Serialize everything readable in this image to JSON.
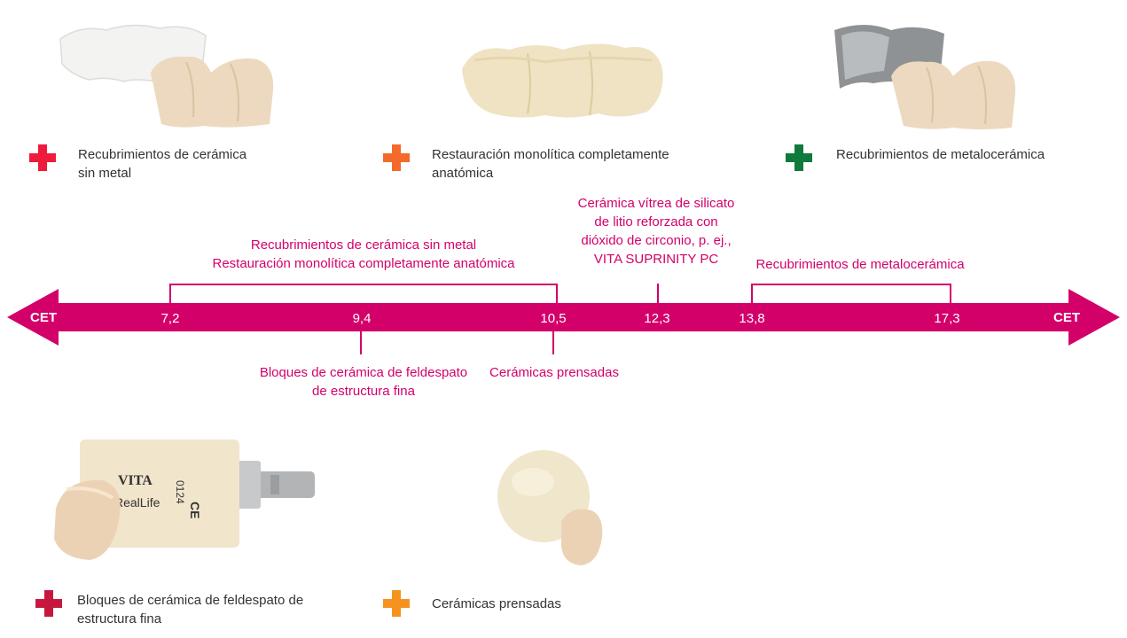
{
  "legend": {
    "top": [
      {
        "label": "Recubrimientos de cerámica\nsin metal",
        "color": "#ee1c3c",
        "icon": "plus-icon"
      },
      {
        "label": "Restauración monolítica completamente\nanatómica",
        "color": "#f36a2b",
        "icon": "plus-icon"
      },
      {
        "label": "Recubrimientos de metalocerámica",
        "color": "#0f7a3c",
        "icon": "plus-icon"
      }
    ],
    "bottom": [
      {
        "label": "Bloques de cerámica de feldespato de\nestructura fina",
        "color": "#c6183f",
        "icon": "plus-icon"
      },
      {
        "label": "Cerámicas prensadas",
        "color": "#f6931e",
        "icon": "plus-icon"
      }
    ]
  },
  "axis": {
    "end_label_left": "CET",
    "end_label_right": "CET",
    "color": "#d4006a",
    "ticks": [
      "7,2",
      "9,4",
      "10,5",
      "12,3",
      "13,8",
      "17,3"
    ]
  },
  "annotations": {
    "range_all_ceramic": "Recubrimientos de cerámica sin metal\nRestauración monolítica completamente anatómica",
    "point_lithium": "Cerámica vítrea de silicato\nde litio reforzada con\ndióxido de circonio, p. ej.,\nVITA SUPRINITY PC",
    "range_metal": "Recubrimientos de metalocerámica",
    "point_feldspar": "Bloques de cerámica de feldespato\nde estructura fina",
    "point_pressed": "Cerámicas prensadas"
  },
  "block_text": {
    "brand": "VITA",
    "product": "RealLife",
    "lot": "0124",
    "ce": "CE"
  }
}
